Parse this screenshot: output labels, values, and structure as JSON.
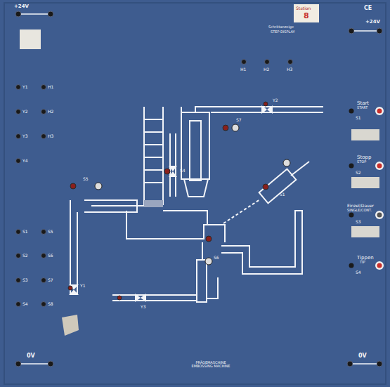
{
  "diagram": {
    "caption": "PRÄGEMASCHINE EMBOSSING MACHINE",
    "labels": [
      "+24V",
      "Station",
      "8",
      "Schrittanzeige",
      "STEP DISPLAY",
      "H1",
      "H2",
      "H3",
      "CE",
      "+24V",
      "Y1",
      "H1",
      "Y2",
      "H2",
      "Y3",
      "H3",
      "Y4",
      "S1",
      "S5",
      "S2",
      "S6",
      "S3",
      "S7",
      "S4",
      "S8",
      "0V",
      "Start",
      "START",
      "S1",
      "Stopp",
      "STOP",
      "S2",
      "Einzel/Dauer",
      "SINGLE/CONT.",
      "S3",
      "Tippen",
      "TIP",
      "S4",
      "0V",
      "Y2",
      "S7",
      "S1",
      "S5",
      "S4",
      "Y1",
      "Y3",
      "S6"
    ]
  }
}
